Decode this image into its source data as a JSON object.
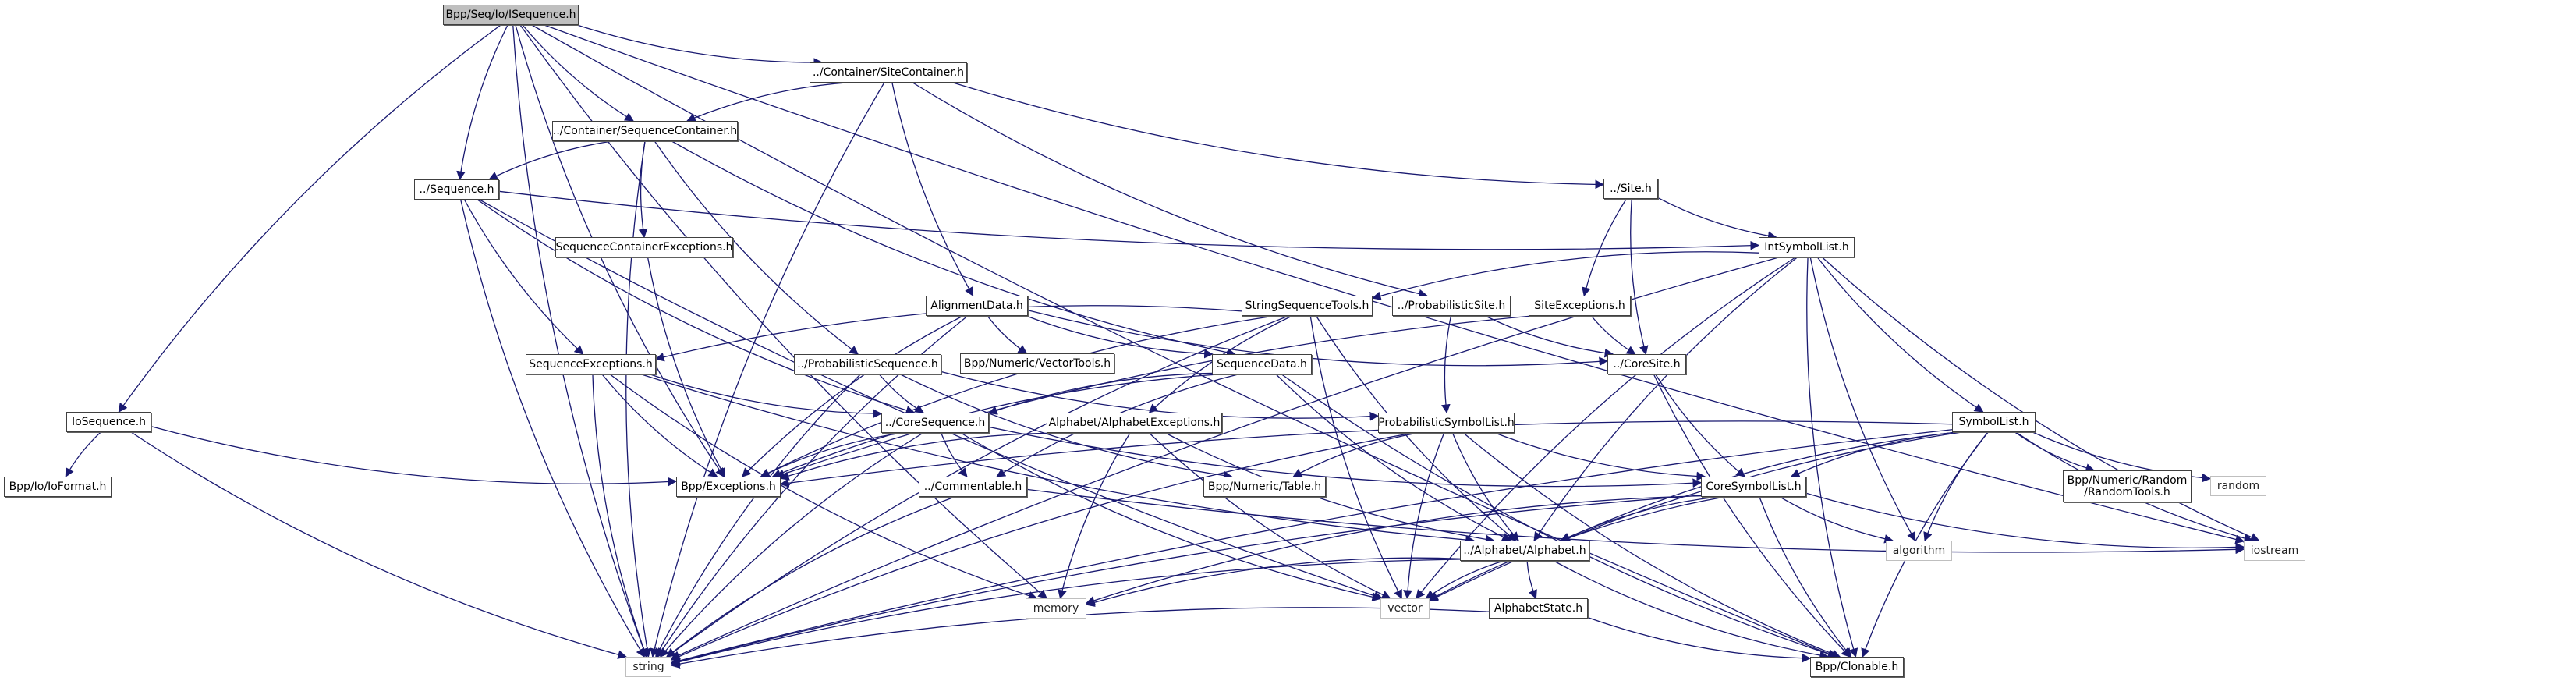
{
  "graph": {
    "title": "Bpp/Seq/Io/ISequence.h",
    "edge_color": "#191970",
    "nodes": {
      "isequence": {
        "label": "Bpp/Seq/Io/ISequence.h",
        "kind": "root"
      },
      "sitecontainer": {
        "label": "../Container/SiteContainer.h",
        "kind": "doc"
      },
      "sequencecontainer": {
        "label": "../Container/SequenceContainer.h",
        "kind": "doc"
      },
      "sequence": {
        "label": "../Sequence.h",
        "kind": "doc"
      },
      "site": {
        "label": "../Site.h",
        "kind": "doc"
      },
      "intsymbollist": {
        "label": "IntSymbolList.h",
        "kind": "doc"
      },
      "seqcontainerexceptions": {
        "label": "SequenceContainerExceptions.h",
        "kind": "doc"
      },
      "alignmentdata": {
        "label": "AlignmentData.h",
        "kind": "doc"
      },
      "stringsequencetools": {
        "label": "StringSequenceTools.h",
        "kind": "doc"
      },
      "probabilisticsite": {
        "label": "../ProbabilisticSite.h",
        "kind": "doc"
      },
      "siteexceptions": {
        "label": "SiteExceptions.h",
        "kind": "doc"
      },
      "iosequence": {
        "label": "IoSequence.h",
        "kind": "doc"
      },
      "sequenceexceptions": {
        "label": "SequenceExceptions.h",
        "kind": "doc"
      },
      "probabilisticsequence": {
        "label": "../ProbabilisticSequence.h",
        "kind": "doc"
      },
      "vectortools": {
        "label": "Bpp/Numeric/VectorTools.h",
        "kind": "doc"
      },
      "sequencedata": {
        "label": "SequenceData.h",
        "kind": "doc"
      },
      "coresite": {
        "label": "../CoreSite.h",
        "kind": "doc"
      },
      "symbollist": {
        "label": "SymbolList.h",
        "kind": "doc"
      },
      "iofromat": {
        "label": "Bpp/Io/IoFormat.h",
        "kind": "doc"
      },
      "coresequence": {
        "label": "../CoreSequence.h",
        "kind": "doc"
      },
      "alphabetexceptions": {
        "label": "Alphabet/AlphabetExceptions.h",
        "kind": "doc"
      },
      "probabilisticsymbollist": {
        "label": "ProbabilisticSymbolList.h",
        "kind": "doc"
      },
      "exceptions": {
        "label": "Bpp/Exceptions.h",
        "kind": "doc"
      },
      "commentable": {
        "label": "../Commentable.h",
        "kind": "doc"
      },
      "table": {
        "label": "Bpp/Numeric/Table.h",
        "kind": "doc"
      },
      "coresymbollist": {
        "label": "CoreSymbolList.h",
        "kind": "doc"
      },
      "randomtools": {
        "label": "Bpp/Numeric/Random\n/RandomTools.h",
        "kind": "doc"
      },
      "random": {
        "label": "random",
        "kind": "ext"
      },
      "alphabet": {
        "label": "../Alphabet/Alphabet.h",
        "kind": "doc"
      },
      "algorithm": {
        "label": "algorithm",
        "kind": "ext"
      },
      "iostream": {
        "label": "iostream",
        "kind": "ext"
      },
      "memory": {
        "label": "memory",
        "kind": "ext"
      },
      "vector": {
        "label": "vector",
        "kind": "ext"
      },
      "alphabetstate": {
        "label": "AlphabetState.h",
        "kind": "doc"
      },
      "string": {
        "label": "string",
        "kind": "ext"
      },
      "clonable": {
        "label": "Bpp/Clonable.h",
        "kind": "doc"
      }
    },
    "edges": [
      [
        "isequence",
        "sitecontainer"
      ],
      [
        "isequence",
        "sequencecontainer"
      ],
      [
        "isequence",
        "sequence"
      ],
      [
        "isequence",
        "iosequence"
      ],
      [
        "isequence",
        "exceptions"
      ],
      [
        "isequence",
        "string"
      ],
      [
        "isequence",
        "memory"
      ],
      [
        "isequence",
        "iostream"
      ],
      [
        "isequence",
        "clonable"
      ],
      [
        "sitecontainer",
        "sequencecontainer"
      ],
      [
        "sitecontainer",
        "alignmentdata"
      ],
      [
        "sitecontainer",
        "site"
      ],
      [
        "sitecontainer",
        "probabilisticsite"
      ],
      [
        "sitecontainer",
        "string"
      ],
      [
        "sequencecontainer",
        "sequence"
      ],
      [
        "sequencecontainer",
        "seqcontainerexceptions"
      ],
      [
        "sequencecontainer",
        "probabilisticsequence"
      ],
      [
        "sequencecontainer",
        "sequencedata"
      ],
      [
        "sequencecontainer",
        "string"
      ],
      [
        "sequence",
        "intsymbollist"
      ],
      [
        "sequence",
        "sequenceexceptions"
      ],
      [
        "sequence",
        "coresequence"
      ],
      [
        "sequence",
        "string"
      ],
      [
        "sequence",
        "vector"
      ],
      [
        "site",
        "intsymbollist"
      ],
      [
        "site",
        "siteexceptions"
      ],
      [
        "site",
        "coresite"
      ],
      [
        "intsymbollist",
        "stringsequencetools"
      ],
      [
        "intsymbollist",
        "symbollist"
      ],
      [
        "intsymbollist",
        "alphabet"
      ],
      [
        "intsymbollist",
        "string"
      ],
      [
        "intsymbollist",
        "vector"
      ],
      [
        "intsymbollist",
        "algorithm"
      ],
      [
        "intsymbollist",
        "iostream"
      ],
      [
        "intsymbollist",
        "clonable"
      ],
      [
        "seqcontainerexceptions",
        "exceptions"
      ],
      [
        "alignmentdata",
        "sequencedata"
      ],
      [
        "alignmentdata",
        "vectortools"
      ],
      [
        "alignmentdata",
        "coresite"
      ],
      [
        "alignmentdata",
        "exceptions"
      ],
      [
        "alignmentdata",
        "string"
      ],
      [
        "stringsequencetools",
        "sequenceexceptions"
      ],
      [
        "stringsequencetools",
        "alphabet"
      ],
      [
        "stringsequencetools",
        "alphabetexceptions"
      ],
      [
        "stringsequencetools",
        "exceptions"
      ],
      [
        "stringsequencetools",
        "vector"
      ],
      [
        "stringsequencetools",
        "string"
      ],
      [
        "probabilisticsite",
        "coresite"
      ],
      [
        "probabilisticsite",
        "probabilisticsymbollist"
      ],
      [
        "siteexceptions",
        "coresite"
      ],
      [
        "siteexceptions",
        "exceptions"
      ],
      [
        "iosequence",
        "iofromat"
      ],
      [
        "iosequence",
        "exceptions"
      ],
      [
        "iosequence",
        "string"
      ],
      [
        "sequenceexceptions",
        "coresequence"
      ],
      [
        "sequenceexceptions",
        "exceptions"
      ],
      [
        "sequenceexceptions",
        "string"
      ],
      [
        "sequenceexceptions",
        "memory"
      ],
      [
        "sequenceexceptions",
        "alphabet"
      ],
      [
        "probabilisticsequence",
        "coresequence"
      ],
      [
        "probabilisticsequence",
        "probabilisticsymbollist"
      ],
      [
        "probabilisticsequence",
        "string"
      ],
      [
        "probabilisticsequence",
        "table"
      ],
      [
        "sequencedata",
        "coresequence"
      ],
      [
        "sequencedata",
        "commentable"
      ],
      [
        "sequencedata",
        "exceptions"
      ],
      [
        "sequencedata",
        "clonable"
      ],
      [
        "sequencedata",
        "alphabet"
      ],
      [
        "coresite",
        "coresymbollist"
      ],
      [
        "coresite",
        "clonable"
      ],
      [
        "coresequence",
        "exceptions"
      ],
      [
        "coresequence",
        "commentable"
      ],
      [
        "coresequence",
        "coresymbollist"
      ],
      [
        "coresequence",
        "string"
      ],
      [
        "coresequence",
        "vector"
      ],
      [
        "alphabetexceptions",
        "exceptions"
      ],
      [
        "alphabetexceptions",
        "alphabet"
      ],
      [
        "alphabetexceptions",
        "memory"
      ],
      [
        "alphabetexceptions",
        "vector"
      ],
      [
        "probabilisticsymbollist",
        "table"
      ],
      [
        "probabilisticsymbollist",
        "coresymbollist"
      ],
      [
        "probabilisticsymbollist",
        "alphabet"
      ],
      [
        "probabilisticsymbollist",
        "vector"
      ],
      [
        "probabilisticsymbollist",
        "string"
      ],
      [
        "probabilisticsymbollist",
        "clonable"
      ],
      [
        "symbollist",
        "coresymbollist"
      ],
      [
        "symbollist",
        "alphabet"
      ],
      [
        "symbollist",
        "algorithm"
      ],
      [
        "symbollist",
        "randomtools"
      ],
      [
        "symbollist",
        "random"
      ],
      [
        "symbollist",
        "iostream"
      ],
      [
        "symbollist",
        "exceptions"
      ],
      [
        "symbollist",
        "vector"
      ],
      [
        "symbollist",
        "string"
      ],
      [
        "symbollist",
        "clonable"
      ],
      [
        "commentable",
        "string"
      ],
      [
        "commentable",
        "iostream"
      ],
      [
        "coresymbollist",
        "alphabet"
      ],
      [
        "coresymbollist",
        "algorithm"
      ],
      [
        "coresymbollist",
        "iostream"
      ],
      [
        "coresymbollist",
        "vector"
      ],
      [
        "coresymbollist",
        "string"
      ],
      [
        "coresymbollist",
        "memory"
      ],
      [
        "coresymbollist",
        "clonable"
      ],
      [
        "alphabet",
        "vector"
      ],
      [
        "alphabet",
        "alphabetstate"
      ],
      [
        "alphabet",
        "clonable"
      ],
      [
        "alphabet",
        "string"
      ],
      [
        "alphabet",
        "memory"
      ],
      [
        "alphabetstate",
        "clonable"
      ],
      [
        "alphabetstate",
        "string"
      ]
    ]
  }
}
